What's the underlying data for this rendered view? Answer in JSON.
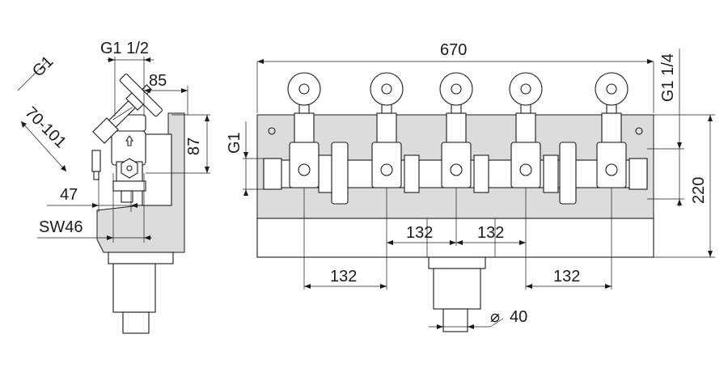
{
  "dimensions": {
    "thread_g1_angled": "G1",
    "thread_g1_half": "G1 1/2",
    "width_85": "85",
    "height_87": "87",
    "range_70_101": "70-101",
    "offset_47": "47",
    "wrench_sw46": "SW46",
    "total_width": "670",
    "thread_g1_quarter": "G1 1/4",
    "thread_g1": "G1",
    "height_220": "220",
    "pitch_left_upper": "132",
    "pitch_right_upper": "132",
    "pitch_left_lower": "132",
    "pitch_right_lower": "132",
    "diameter": "40",
    "diameter_symbol": "⌀"
  }
}
